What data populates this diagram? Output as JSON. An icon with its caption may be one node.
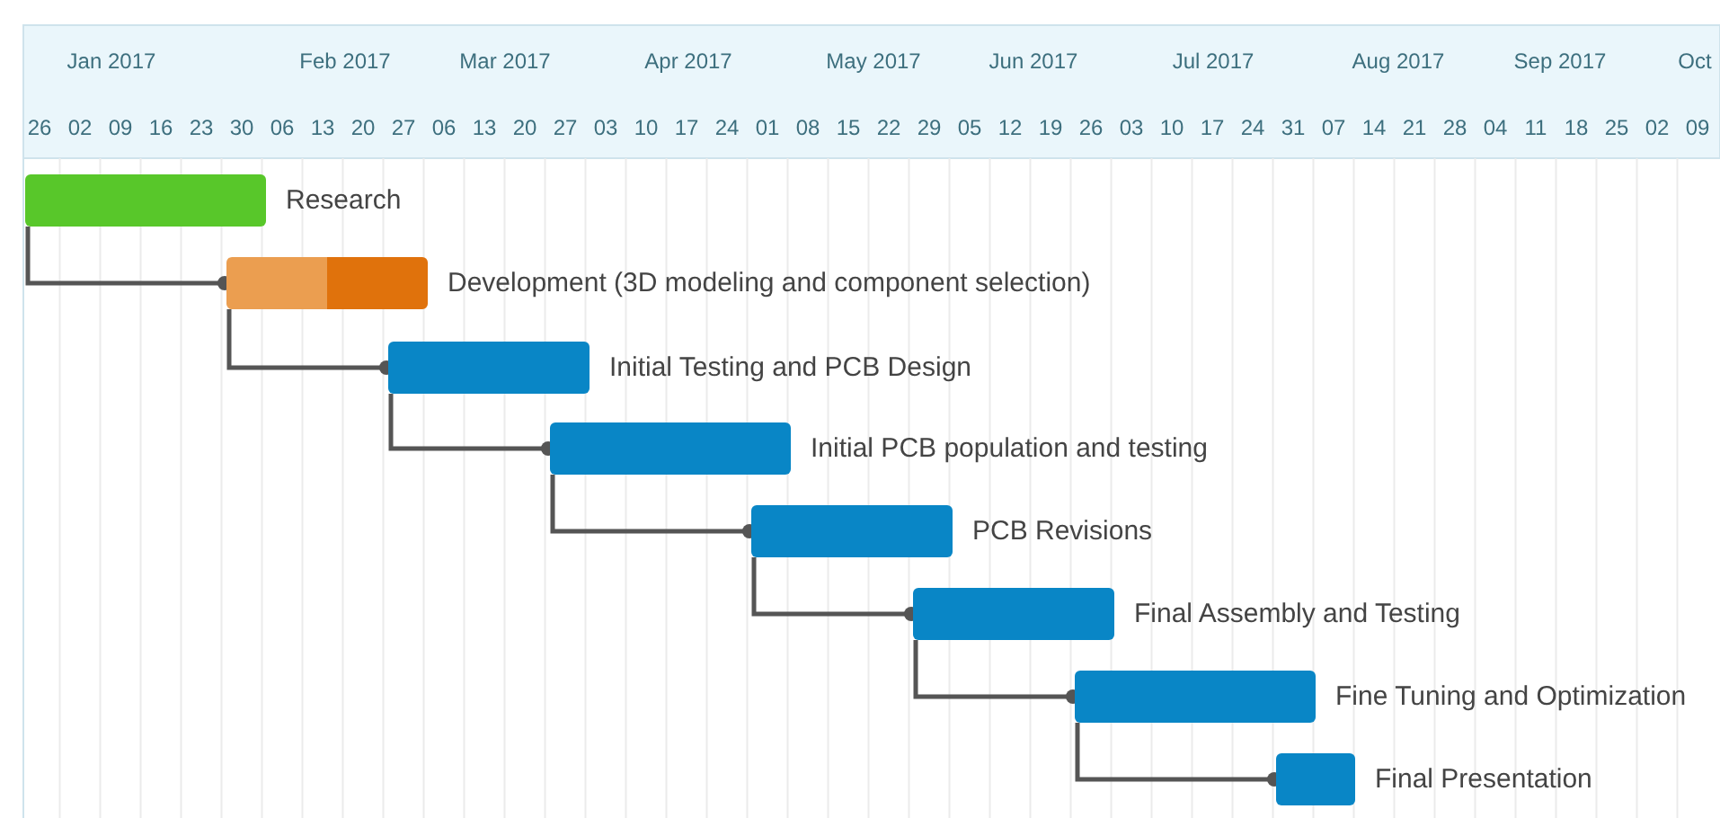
{
  "diagram": {
    "nodes": [
      {
        "text": [
          "Research"
        ]
      },
      {
        "text": [
          "Development (3D modeling and component selection)"
        ]
      },
      {
        "text": [
          "Initial Testing and PCB Design"
        ]
      },
      {
        "text": [
          "Initial PCB population and testing"
        ]
      },
      {
        "text": [
          "PCB Revisions"
        ]
      },
      {
        "text": [
          "Final Assembly and Testing"
        ]
      },
      {
        "text": [
          "Fine Tuning and Optimization"
        ]
      },
      {
        "text": [
          "Final Presentation"
        ]
      }
    ],
    "edges": [
      {
        "from": 0,
        "to": 1,
        "arrow": "other"
      },
      {
        "from": 1,
        "to": 2,
        "arrow": "other"
      },
      {
        "from": 2,
        "to": 3,
        "arrow": "other"
      },
      {
        "from": 3,
        "to": 4,
        "arrow": "other"
      },
      {
        "from": 4,
        "to": 5,
        "arrow": "other"
      },
      {
        "from": 5,
        "to": 6,
        "arrow": "other"
      },
      {
        "from": 6,
        "to": 7,
        "arrow": "other"
      }
    ],
    "labels": [
      "Jan 2017",
      "Feb 2017",
      "Mar 2017",
      "Apr 2017",
      "May 2017",
      "Jun 2017",
      "Jul 2017",
      "Aug 2017",
      "Sep 2017",
      "Oct",
      "26",
      "02",
      "09",
      "16",
      "23",
      "30",
      "06",
      "13",
      "20",
      "27",
      "06",
      "13",
      "20",
      "27",
      "03",
      "10",
      "17",
      "24",
      "01",
      "08",
      "15",
      "22",
      "29",
      "05",
      "12",
      "19",
      "26",
      "03",
      "10",
      "17",
      "24",
      "31",
      "07",
      "14",
      "21",
      "28",
      "04",
      "11",
      "18",
      "25",
      "02",
      "09"
    ]
  }
}
